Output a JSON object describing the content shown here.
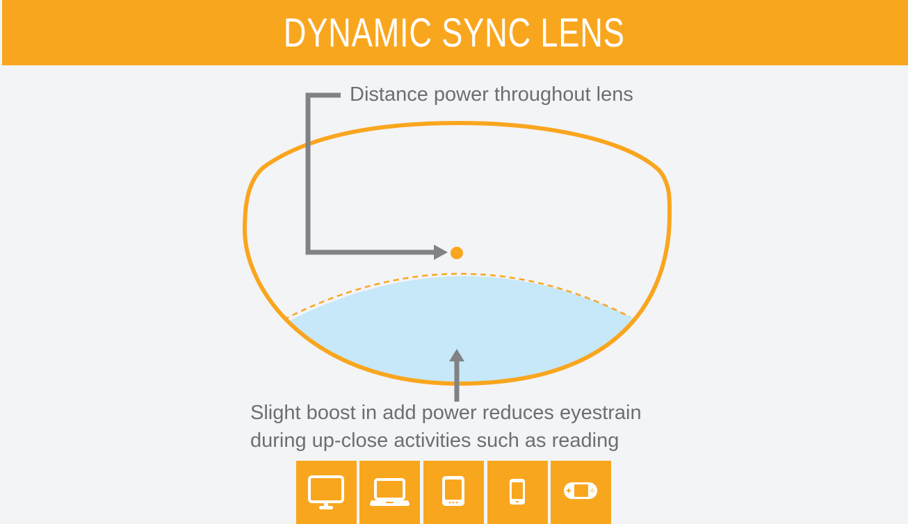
{
  "header": {
    "title": "DYNAMIC SYNC LENS"
  },
  "callouts": {
    "distance": "Distance power throughout lens",
    "near_line1": "Slight boost in add power reduces eyestrain",
    "near_line2": "during up-close activities such as reading"
  },
  "devices": [
    {
      "icon": "desktop-monitor-icon"
    },
    {
      "icon": "laptop-icon"
    },
    {
      "icon": "tablet-icon"
    },
    {
      "icon": "smartphone-icon"
    },
    {
      "icon": "handheld-game-console-icon"
    }
  ],
  "colors": {
    "accent": "#f9a61f",
    "gray": "#808285",
    "zone": "#c6e8f9",
    "background": "#f3f4f6"
  }
}
